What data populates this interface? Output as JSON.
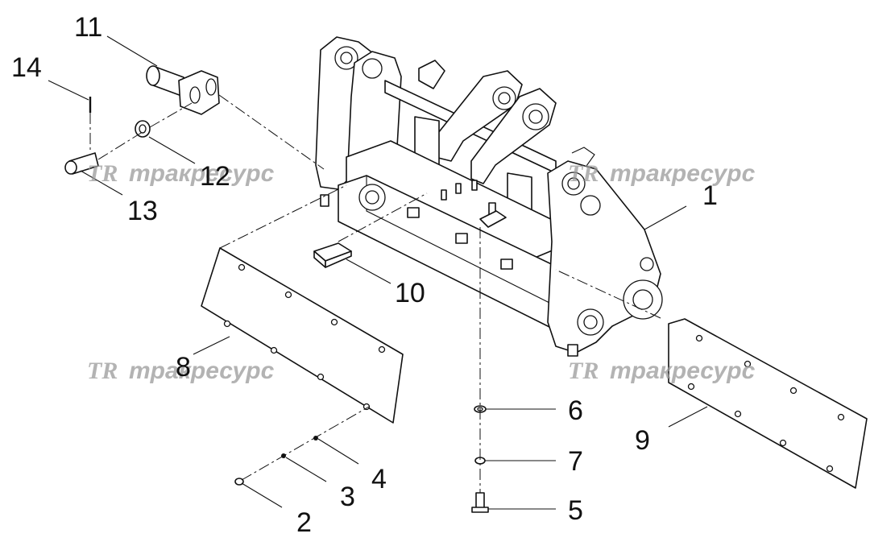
{
  "watermark": {
    "logo": "TR",
    "text": "тракресурс"
  },
  "callouts": [
    {
      "id": "c1",
      "label": "1"
    },
    {
      "id": "c2",
      "label": "2"
    },
    {
      "id": "c3",
      "label": "3"
    },
    {
      "id": "c4",
      "label": "4"
    },
    {
      "id": "c5",
      "label": "5"
    },
    {
      "id": "c6",
      "label": "6"
    },
    {
      "id": "c7",
      "label": "7"
    },
    {
      "id": "c8",
      "label": "8"
    },
    {
      "id": "c9",
      "label": "9"
    },
    {
      "id": "c10",
      "label": "10"
    },
    {
      "id": "c11",
      "label": "11"
    },
    {
      "id": "c12",
      "label": "12"
    },
    {
      "id": "c13",
      "label": "13"
    },
    {
      "id": "c14",
      "label": "14"
    }
  ]
}
